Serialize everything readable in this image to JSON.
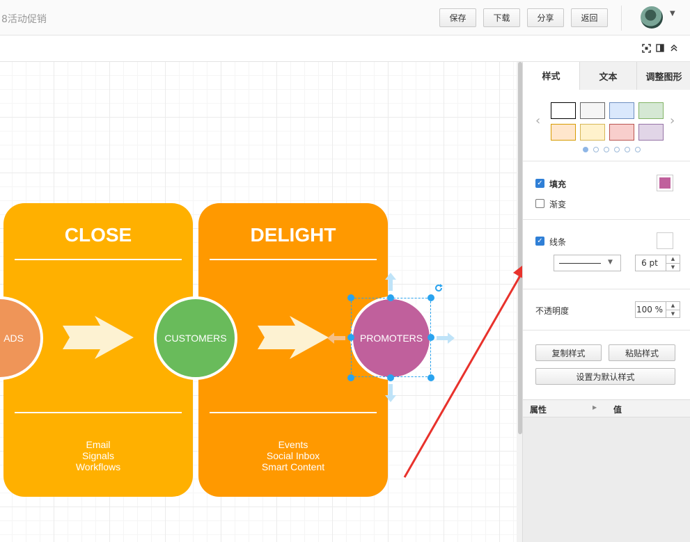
{
  "header": {
    "title": "8活动促销",
    "buttons": {
      "save": "保存",
      "download": "下载",
      "share": "分享",
      "back": "返回"
    }
  },
  "panel": {
    "tabs": [
      "样式",
      "文本",
      "调整图形"
    ],
    "swatches": [
      "#ffffff",
      "#f5f5f5",
      "#dae8fc",
      "#d5e8d4",
      "#ffe6cc",
      "#fff2cc",
      "#f8cecc",
      "#e1d5e7"
    ],
    "swatch_borders": [
      "#000000",
      "#666666",
      "#6c8ebf",
      "#82b366",
      "#d79b00",
      "#d6b656",
      "#b85450",
      "#9673a6"
    ],
    "fill_label": "填充",
    "fill_color": "#c0609c",
    "gradient_label": "渐变",
    "line_label": "线条",
    "line_width": "6 pt",
    "opacity_label": "不透明度",
    "opacity_value": "100 %",
    "copy_style": "复制样式",
    "paste_style": "粘贴样式",
    "set_default": "设置为默认样式",
    "props_header": {
      "property": "属性",
      "value": "值"
    }
  },
  "diagram": {
    "cards": [
      {
        "title": "CLOSE",
        "items": [
          "Email",
          "Signals",
          "Workflows"
        ],
        "color": "#ffb000"
      },
      {
        "title": "DELIGHT",
        "items": [
          "Events",
          "Social Inbox",
          "Smart Content"
        ],
        "color": "#ff9900"
      }
    ],
    "circles": [
      {
        "label": "ADS",
        "color": "#ef9558"
      },
      {
        "label": "CUSTOMERS",
        "color": "#69bb5b"
      },
      {
        "label": "PROMOTERS",
        "color": "#c0609c"
      }
    ],
    "arrow_color": "#fdf2d2"
  },
  "colors": {
    "annotation_arrow": "#e8322c",
    "selection": "#29a3ef"
  }
}
